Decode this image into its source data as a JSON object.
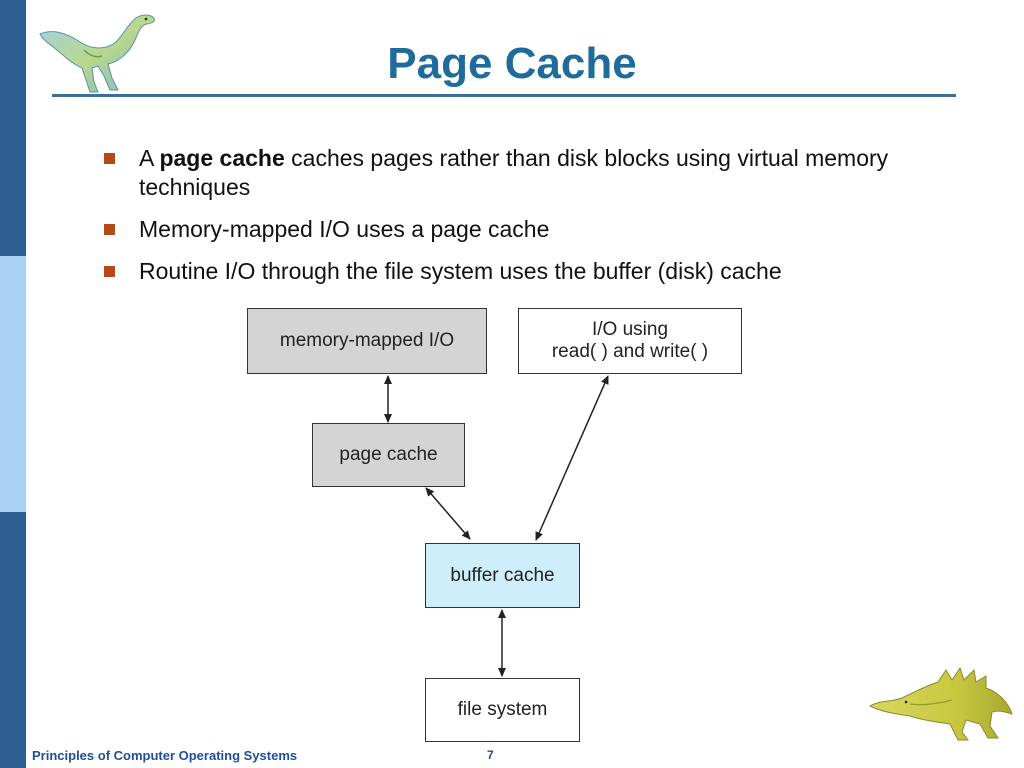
{
  "slide": {
    "title": "Page Cache",
    "bullets": [
      {
        "prefix": "A ",
        "bold": "page cache",
        "suffix": " caches pages rather than disk blocks using virtual memory techniques"
      },
      {
        "prefix": "Memory-mapped I/O uses a page cache",
        "bold": "",
        "suffix": ""
      },
      {
        "prefix": "Routine I/O through the file system uses the buffer (disk) cache",
        "bold": "",
        "suffix": ""
      }
    ]
  },
  "diagram": {
    "boxes": {
      "memory_mapped": "memory-mapped I/O",
      "io_using_line1": "I/O using",
      "io_using_line2": "read( ) and write( )",
      "page_cache": "page cache",
      "buffer_cache": "buffer cache",
      "file_system": "file system"
    },
    "colors": {
      "gray_box": "#d4d4d4",
      "blue_box": "#cdeefa",
      "border": "#333333"
    }
  },
  "footer": {
    "course": "Principles of Computer Operating Systems",
    "page_number": "7"
  },
  "icons": [
    "dinosaur-logo-top",
    "dinosaur-logo-bottom"
  ],
  "colors": {
    "title": "#1f6c9b",
    "bullet": "#b54a18",
    "footer": "#1f4e9c",
    "sidebar_dark": "#2d5f93",
    "sidebar_light": "#a8d1f4"
  }
}
